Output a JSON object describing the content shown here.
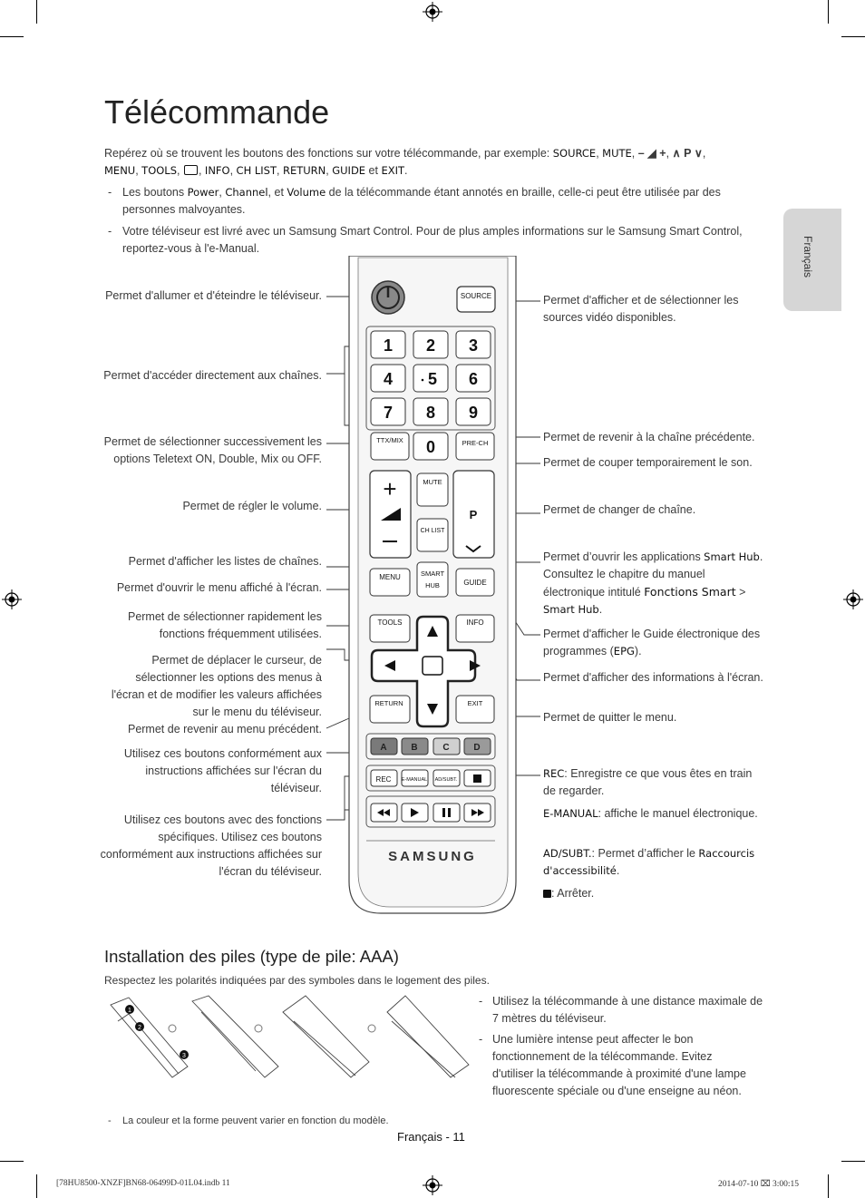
{
  "side_tab": "Français",
  "title": "Télécommande",
  "intro": {
    "text1": "Repérez où se trouvent les boutons des fonctions sur votre télécommande, par exemple: ",
    "b_source": "SOURCE",
    "b_mute": "MUTE",
    "vol_sym": "–  ◢ +",
    "ch_sym": "∧ P ∨",
    "b_menu": "MENU",
    "b_tools": "TOOLS",
    "b_info": "INFO",
    "b_chlist": "CH LIST",
    "b_return": "RETURN",
    "b_guide": "GUIDE",
    "et": "et",
    "b_exit": "EXIT"
  },
  "notes": [
    {
      "pre": "Les boutons ",
      "k1": "Power",
      "k2": "Channel",
      "k3": "Volume",
      "post": " de la télécommande étant annotés en braille, celle-ci peut être utilisée par des personnes malvoyantes."
    },
    {
      "text": "Votre téléviseur est livré avec un Samsung Smart Control. Pour de plus amples informations sur le Samsung Smart Control, reportez-vous à l'e-Manual."
    }
  ],
  "left_labels": [
    "Permet d'allumer et d'éteindre le téléviseur.",
    "Permet d'accéder directement aux chaînes.",
    "Permet de sélectionner successivement les options Teletext ON, Double, Mix ou OFF.",
    "Permet de régler le volume.",
    "Permet d'afficher les listes de chaînes.",
    "Permet d'ouvrir le menu affiché à l'écran.",
    "Permet de sélectionner rapidement les fonctions fréquemment utilisées.",
    "Permet de déplacer le curseur, de sélectionner les options des menus à l'écran et de modifier les valeurs affichées sur le menu du téléviseur.",
    "Permet de revenir au menu précédent.",
    "Utilisez ces boutons conformément aux instructions affichées sur l'écran du téléviseur.",
    "Utilisez ces boutons avec des fonctions spécifiques. Utilisez ces boutons conformément aux instructions affichées sur l'écran du téléviseur."
  ],
  "right_labels": {
    "source": "Permet d'afficher et de sélectionner les sources vidéo disponibles.",
    "prech": "Permet de revenir à la chaîne précédente.",
    "mute": "Permet de couper temporairement le son.",
    "channel": "Permet de changer de chaîne.",
    "smarthub_pre": "Permet d’ouvrir les applications ",
    "smarthub_k": "Smart Hub",
    "smarthub_mid": ". Consultez le chapitre du manuel électronique intitulé ",
    "smarthub_k2": "Fonctions Smart",
    "smarthub_gt": " > ",
    "smarthub_k3": "Smart Hub",
    "smarthub_end": ".",
    "guide_pre": "Permet d'afficher le Guide électronique des programmes (",
    "guide_k": "EPG",
    "guide_end": ").",
    "info": "Permet d'afficher des informations à l'écran.",
    "exit": "Permet de quitter le menu.",
    "rec_k": "REC",
    "rec_t": ": Enregistre ce que vous êtes en train de regarder.",
    "emanual_k": "E-MANUAL",
    "emanual_t": ": affiche le manuel électronique.",
    "adsubt_k": "AD/SUBT.",
    "adsubt_t": ": Permet d’afficher le ",
    "adsubt_k2": "Raccourcis d'accessibilité",
    "adsubt_end": ".",
    "stop_t": ": Arrêter."
  },
  "remote": {
    "source": "SOURCE",
    "digits": [
      "1",
      "2",
      "3",
      "4",
      "5",
      "6",
      "7",
      "8",
      "9",
      "0"
    ],
    "ttx": "TTX/MIX",
    "prech": "PRE-CH",
    "mute": "MUTE",
    "chlist": "CH LIST",
    "p": "P",
    "menu": "MENU",
    "smart1": "SMART",
    "smart2": "HUB",
    "guide": "GUIDE",
    "tools": "TOOLS",
    "info": "INFO",
    "return": "RETURN",
    "exit": "EXIT",
    "color_keys": [
      "A",
      "B",
      "C",
      "D"
    ],
    "rec": "REC",
    "emanual": "E-MANUAL",
    "adsubt": "AD/SUBT.",
    "brand": "SAMSUNG"
  },
  "battery": {
    "heading": "Installation des piles (type de pile: AAA)",
    "text": "Respectez les polarités indiquées par des symboles dans le logement des piles.",
    "steps": [
      "1",
      "2",
      "3"
    ],
    "tips": [
      "Utilisez la télécommande à une distance maximale de 7 mètres du téléviseur.",
      "Une lumière intense peut affecter le bon fonctionnement de la télécommande. Evitez d'utiliser la télécommande à proximité d'une lampe fluorescente spéciale ou d'une enseigne au néon."
    ],
    "footnote": "La couleur et la forme peuvent varier en fonction du modèle."
  },
  "page_number": "Français - 11",
  "footer_left": "[78HU8500-XNZF]BN68-06499D-01L04.indb   11",
  "footer_right": "2014-07-10   ⌧ 3:00:15"
}
